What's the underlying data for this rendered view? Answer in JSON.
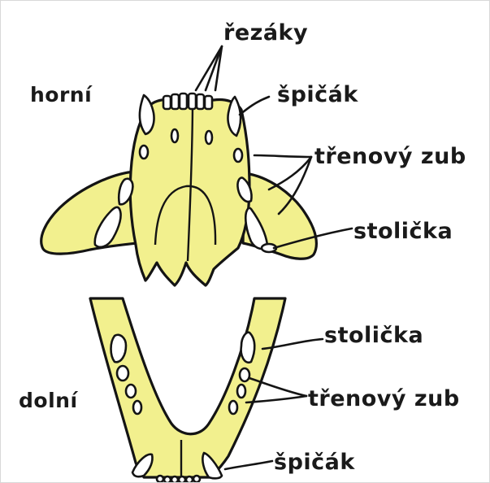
{
  "labels": {
    "upper_jaw": "horní",
    "lower_jaw": "dolní",
    "incisors": "řezáky",
    "canine_upper": "špičák",
    "premolar_upper": "třenový zub",
    "molar_upper": "stolička",
    "molar_lower": "stolička",
    "premolar_lower": "třenový zub",
    "canine_lower": "špičák"
  },
  "colors": {
    "bone_fill": "#f2f08e",
    "outline": "#141414",
    "tooth_fill": "#ffffff",
    "background": "#ffffff"
  }
}
